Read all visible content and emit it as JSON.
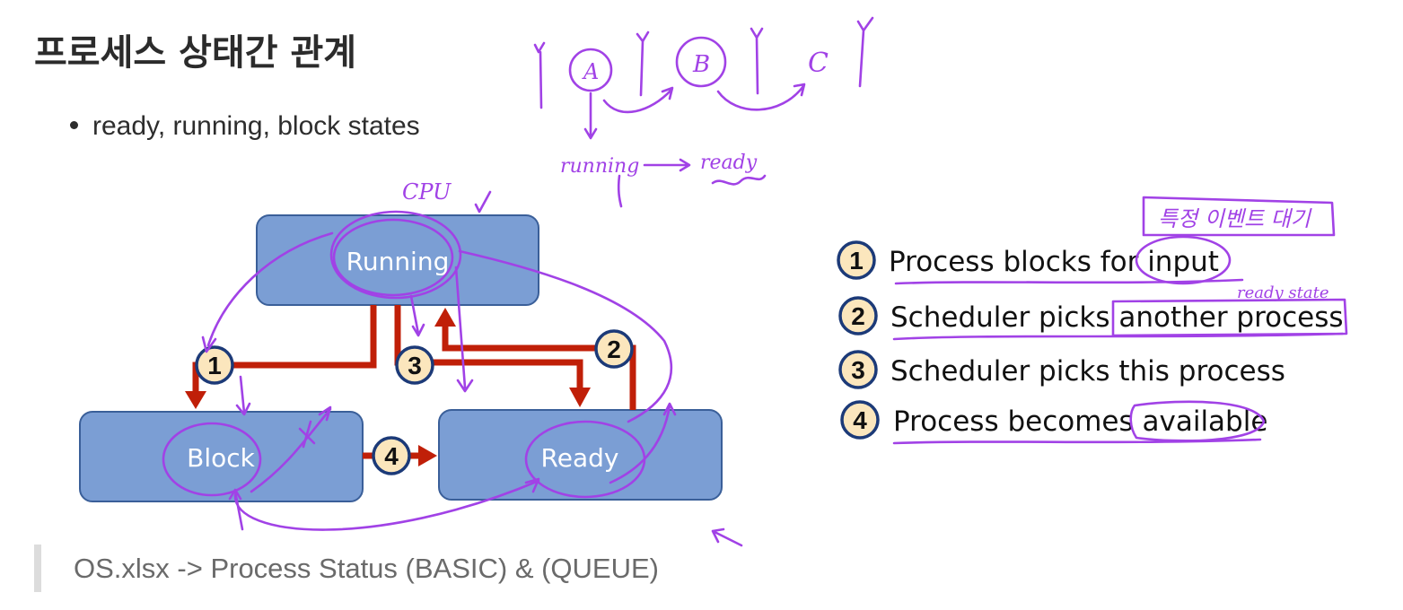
{
  "slide": {
    "title": "프로세스 상태간 관계",
    "bullet": "ready, running, block states",
    "quote": "OS.xlsx -> Process Status (BASIC) & (QUEUE)"
  },
  "diagram": {
    "states": {
      "running": "Running",
      "block": "Block",
      "ready": "Ready"
    },
    "transition_numbers": [
      "1",
      "2",
      "3",
      "4"
    ],
    "legend": [
      {
        "num": "1",
        "text": "Process blocks for input"
      },
      {
        "num": "2",
        "text": "Scheduler picks another process"
      },
      {
        "num": "3",
        "text": "Scheduler picks this process"
      },
      {
        "num": "4",
        "text": "Process becomes available"
      }
    ],
    "colors": {
      "box_fill": "#7b9ed4",
      "box_stroke": "#3a5f99",
      "arrow": "#c01f08",
      "badge_fill": "#fbe6bd",
      "badge_stroke": "#1c3a78",
      "annotation": "#a142e6"
    }
  },
  "annotations": {
    "queue_letters": [
      "A",
      "B",
      "C"
    ],
    "running_to_ready": [
      "running",
      "ready"
    ],
    "cpu": "CPU",
    "korean_note": "특정 이벤트 대기",
    "ready_state_note": "ready state"
  }
}
